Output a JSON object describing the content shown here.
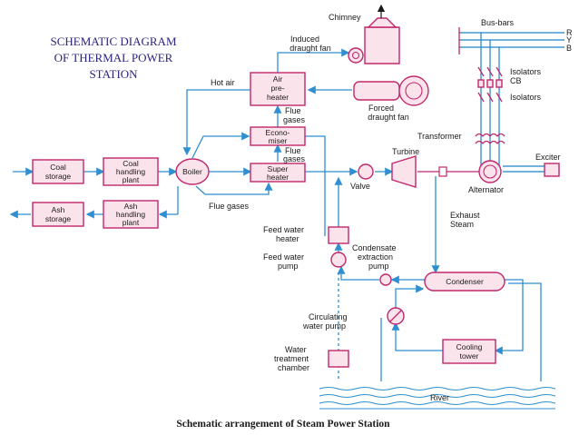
{
  "title": {
    "line1": "SCHEMATIC  DIAGRAM",
    "line2": "OF THERMAL POWER",
    "line3": "STATION"
  },
  "caption": "Schematic arrangement of Steam Power Station",
  "labels": {
    "chimney": "Chimney",
    "induced_fan_1": "Induced",
    "induced_fan_2": "draught fan",
    "hot_air": "Hot air",
    "air_preheater_1": "Air",
    "air_preheater_2": "pre-",
    "air_preheater_3": "heater",
    "forced_fan_1": "Forced",
    "forced_fan_2": "draught fan",
    "flue_gases_1a": "Flue",
    "flue_gases_1b": "gases",
    "economiser_1": "Econo-",
    "economiser_2": "miser",
    "flue_gases_2a": "Flue",
    "flue_gases_2b": "gases",
    "superheater_1": "Super",
    "superheater_2": "heater",
    "boiler": "Boiler",
    "flue_gases_3": "Flue gases",
    "coal_storage_1": "Coal",
    "coal_storage_2": "storage",
    "coal_handling_1": "Coal",
    "coal_handling_2": "handling",
    "coal_handling_3": "plant",
    "ash_storage_1": "Ash",
    "ash_storage_2": "storage",
    "ash_handling_1": "Ash",
    "ash_handling_2": "handling",
    "ash_handling_3": "plant",
    "valve": "Valve",
    "turbine": "Turbine",
    "alternator": "Alternator",
    "exciter": "Exciter",
    "transformer": "Transformer",
    "busbars": "Bus-bars",
    "phase_r": "R",
    "phase_y": "Y",
    "phase_b": "B",
    "isolators_cb_1": "Isolators",
    "isolators_cb_2": "CB",
    "isolators": "Isolators",
    "exhaust_1": "Exhaust",
    "exhaust_2": "Steam",
    "feed_heater_1": "Feed water",
    "feed_heater_2": "heater",
    "feed_pump_1": "Feed water",
    "feed_pump_2": "pump",
    "condensate_1": "Condensate",
    "condensate_2": "extraction",
    "condensate_3": "pump",
    "condenser": "Condenser",
    "circulating_1": "Circulating",
    "circulating_2": "water pump",
    "cooling_1": "Cooling",
    "cooling_2": "tower",
    "water_treat_1": "Water",
    "water_treat_2": "treatment",
    "water_treat_3": "chamber",
    "river": "River"
  },
  "colors": {
    "pipe": "#2f8fd0",
    "box_border": "#c0286d",
    "box_fill": "#fbe3ec",
    "title": "#2b2380"
  }
}
